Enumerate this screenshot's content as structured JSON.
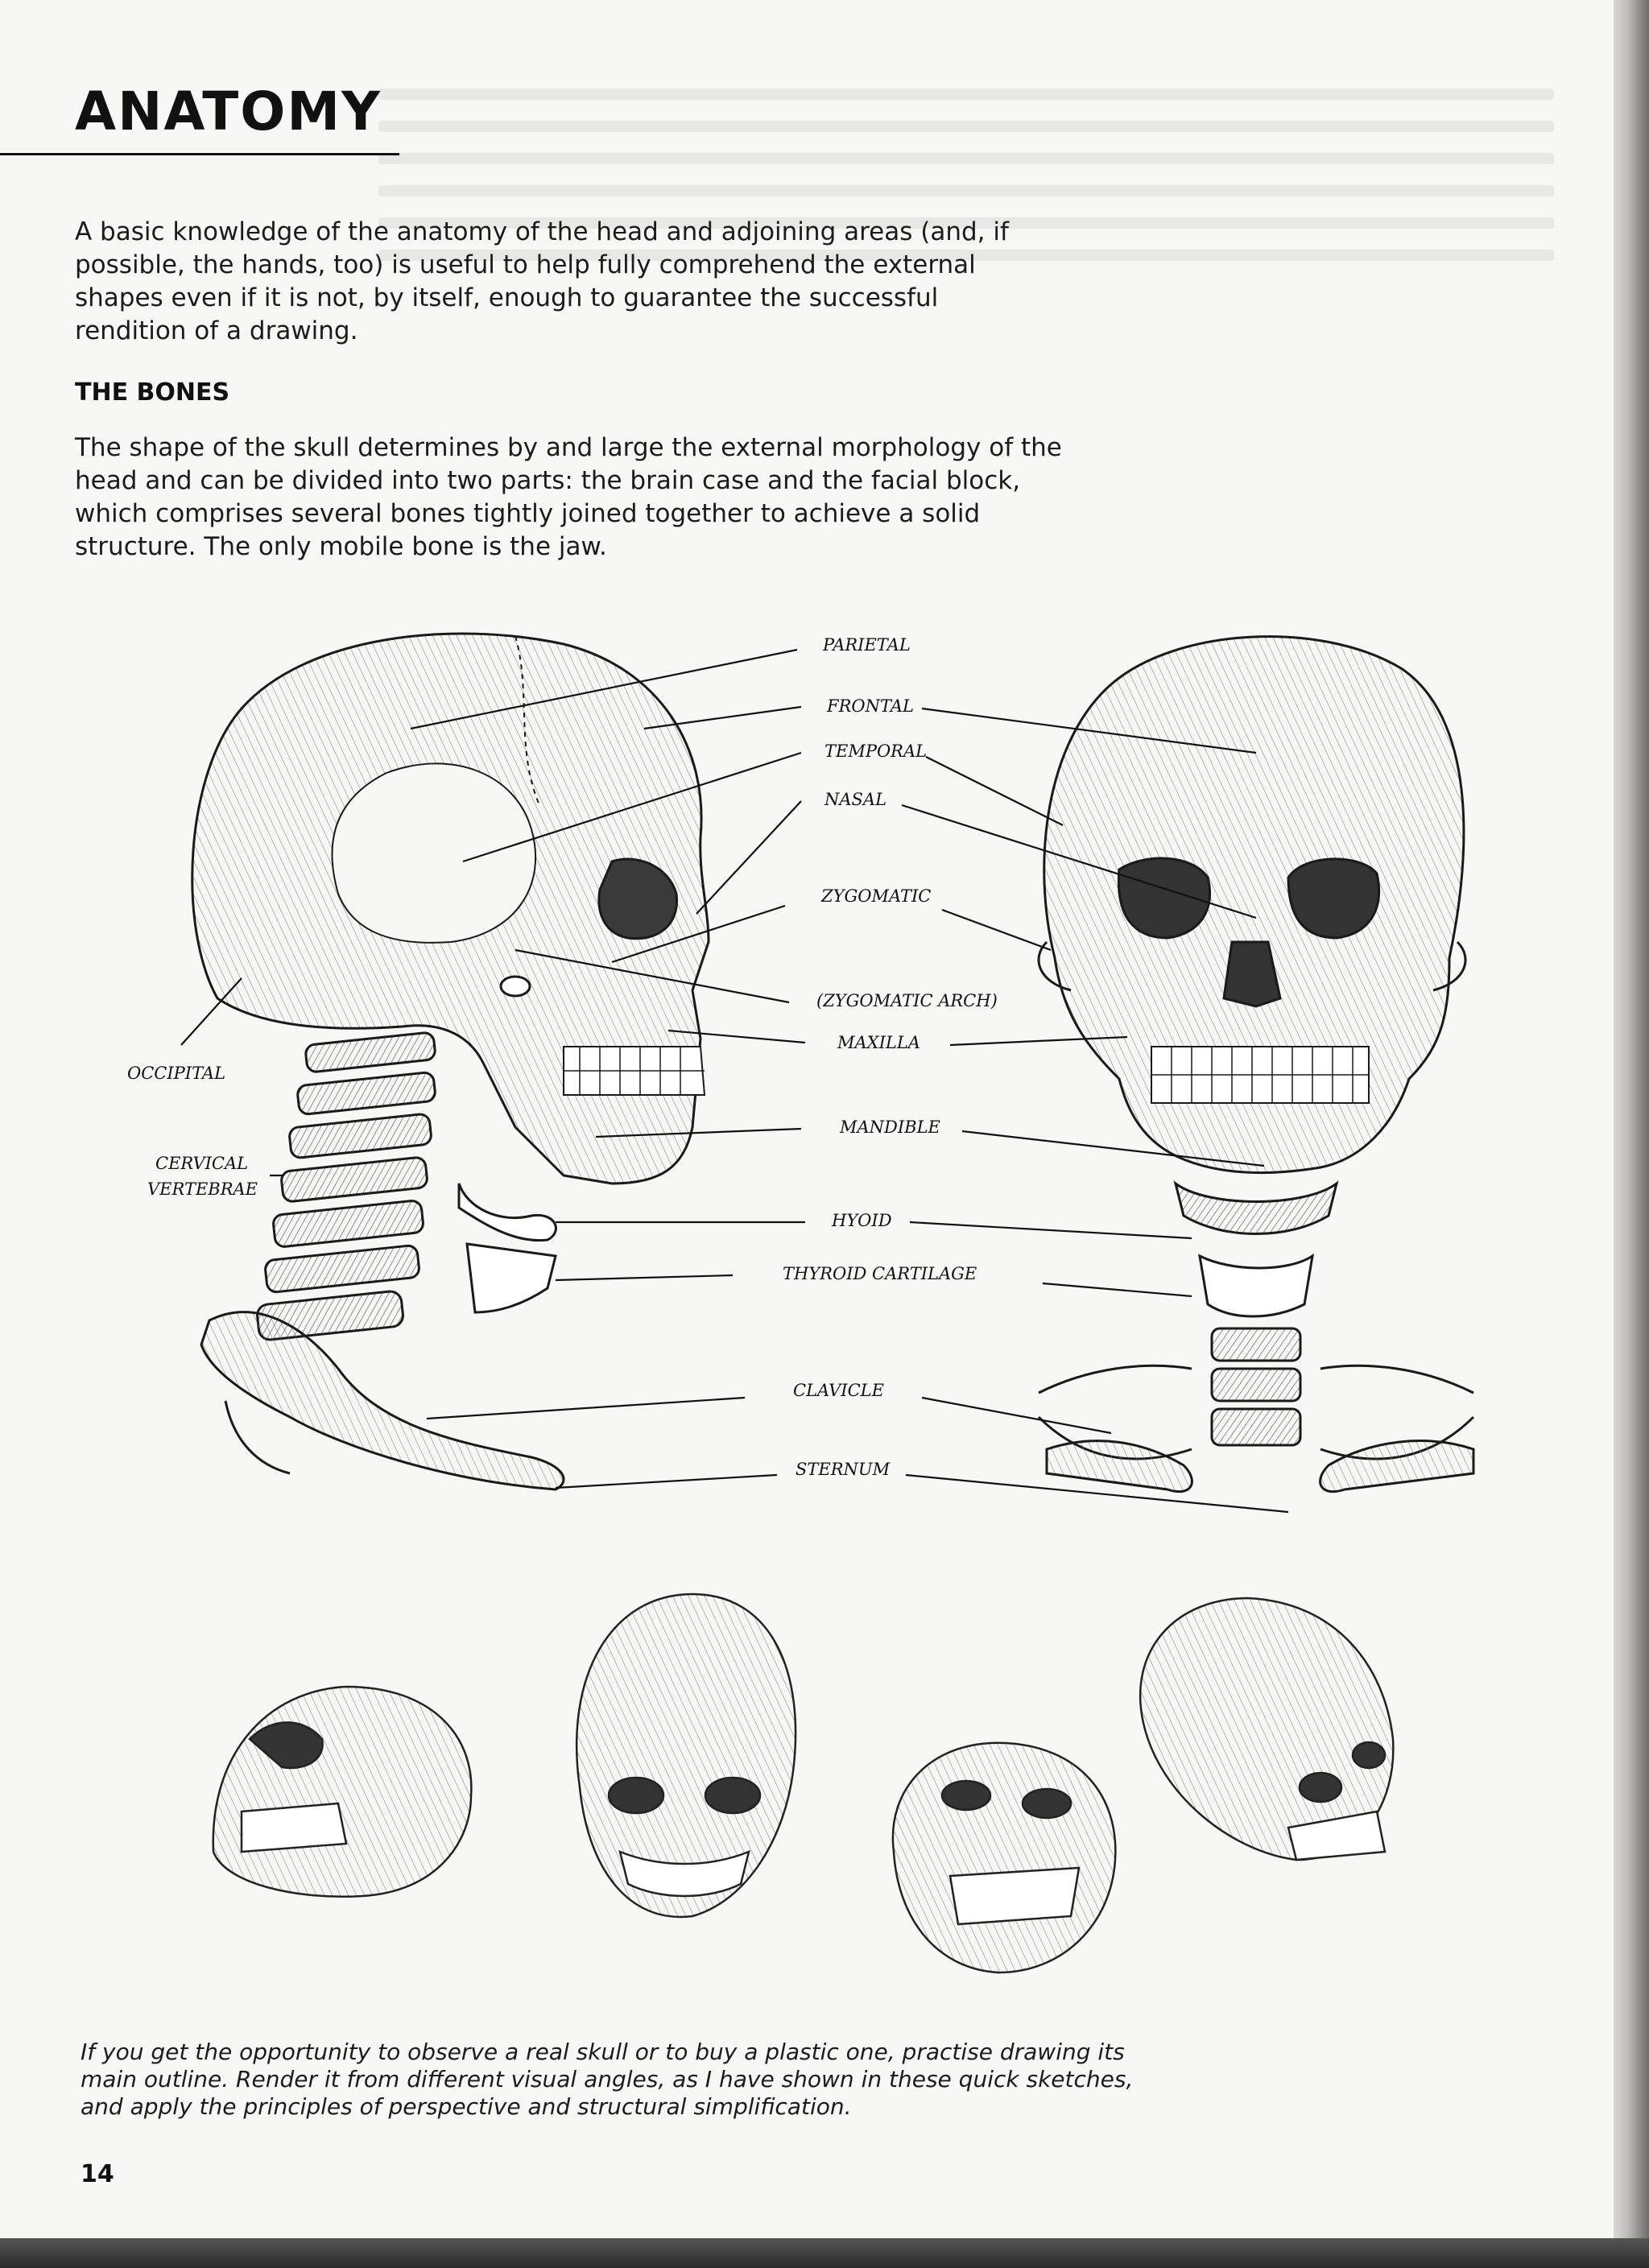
{
  "header": {
    "title": "ANATOMY"
  },
  "intro_paragraph": "A basic knowledge of the anatomy of the head and adjoining areas (and, if possible, the hands, too) is useful to help fully comprehend the external shapes even if it is not, by itself, enough to guarantee the successful rendition of a drawing.",
  "section": {
    "heading": "THE BONES",
    "paragraph": "The shape of the skull determines by and large the external morphology of the head and can be divided into two parts:  the brain case and the facial block, which comprises several bones tightly joined together to achieve a solid structure. The only mobile bone is the jaw."
  },
  "illustration": {
    "labels": {
      "parietal": "PARIETAL",
      "frontal": "FRONTAL",
      "temporal": "TEMPORAL",
      "nasal": "NASAL",
      "zygomatic": "ZYGOMATIC",
      "zygomatic_arch": "(ZYGOMATIC ARCH)",
      "maxilla": "MAXILLA",
      "mandible": "MANDIBLE",
      "hyoid": "HYOID",
      "thyroid_cartilage": "THYROID CARTILAGE",
      "clavicle": "CLAVICLE",
      "sternum": "STERNUM",
      "occipital": "OCCIPITAL",
      "cervical_line1": "CERVICAL",
      "cervical_line2": "VERTEBRAE"
    }
  },
  "caption": "If you get the opportunity to observe a real skull or to buy a plastic one, practise drawing its main outline. Render it from different visual angles, as I have shown in these quick sketches, and apply the principles of perspective and structural simplification.",
  "page_number": "14"
}
